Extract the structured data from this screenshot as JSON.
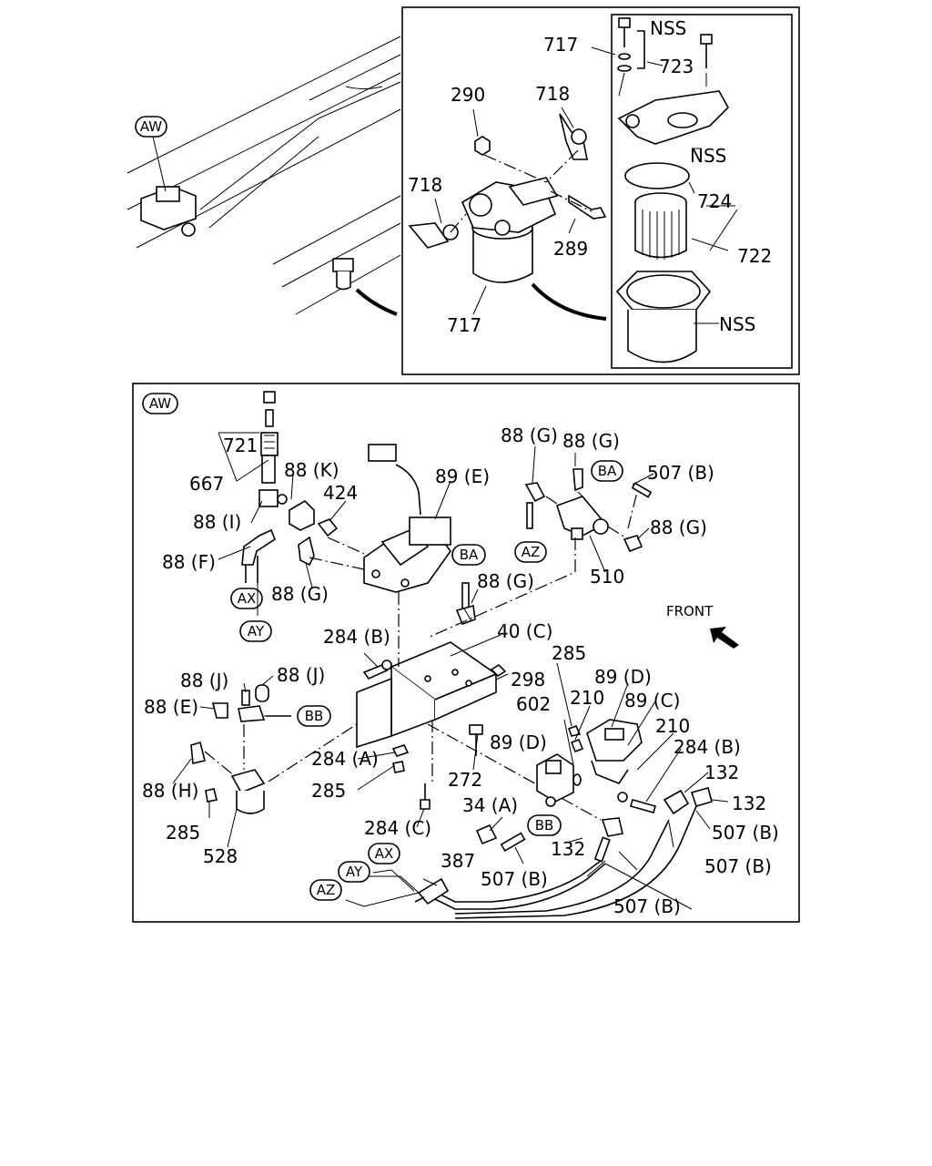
{
  "callouts": {
    "aw": "AW",
    "ax": "AX",
    "ay": "AY",
    "az": "AZ",
    "ba": "BA",
    "bb": "BB"
  },
  "front_label": "FRONT",
  "labels": {
    "p717a": "717",
    "nss1": "NSS",
    "p723": "723",
    "p290": "290",
    "p718a": "718",
    "nss2": "NSS",
    "p718b": "718",
    "p724": "724",
    "p289": "289",
    "p722": "722",
    "nss3": "NSS",
    "p717b": "717",
    "p721": "721",
    "p667": "667",
    "p88k": "88 (K)",
    "p424": "424",
    "p89e": "89 (E)",
    "p88g1": "88 (G)",
    "p88g2": "88 (G)",
    "p507b1": "507 (B)",
    "p88i": "88 (I)",
    "p88f": "88 (F)",
    "p88g3": "88 (G)",
    "p88g4": "88 (G)",
    "p88g5": "88 (G)",
    "p510": "510",
    "p284b1": "284 (B)",
    "p40c": "40 (C)",
    "p285a": "285",
    "p88j1": "88 (J)",
    "p88j2": "88 (J)",
    "p298": "298",
    "p89d1": "89 (D)",
    "p88e": "88 (E)",
    "p602": "602",
    "p210a": "210",
    "p89c": "89 (C)",
    "p210b": "210",
    "p284b2": "284 (B)",
    "p89d2": "89 (D)",
    "p284a": "284 (A)",
    "p132a": "132",
    "p88h": "88 (H)",
    "p285b": "285",
    "p272": "272",
    "p132b": "132",
    "p285c": "285",
    "p34a": "34 (A)",
    "p507b2": "507 (B)",
    "p284c": "284 (C)",
    "p528": "528",
    "p132c": "132",
    "p387": "387",
    "p507b3": "507 (B)",
    "p507b4": "507 (B)",
    "p507b5": "507 (B)"
  }
}
